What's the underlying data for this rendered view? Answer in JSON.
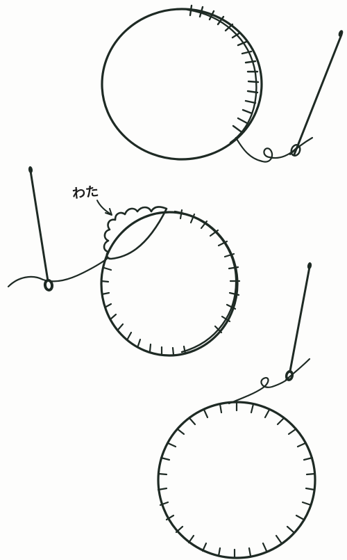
{
  "annotation": {
    "label": "わた"
  },
  "colors": {
    "ink": "#1e2a24",
    "paper": "#fdfdfc"
  },
  "steps": [
    {
      "name": "step-1",
      "description_icon": "circle-with-whipstitch-and-needle"
    },
    {
      "name": "step-2",
      "description_icon": "circle-with-padding-and-needle"
    },
    {
      "name": "step-3",
      "description_icon": "circle-blanket-stitch-and-needle"
    }
  ]
}
